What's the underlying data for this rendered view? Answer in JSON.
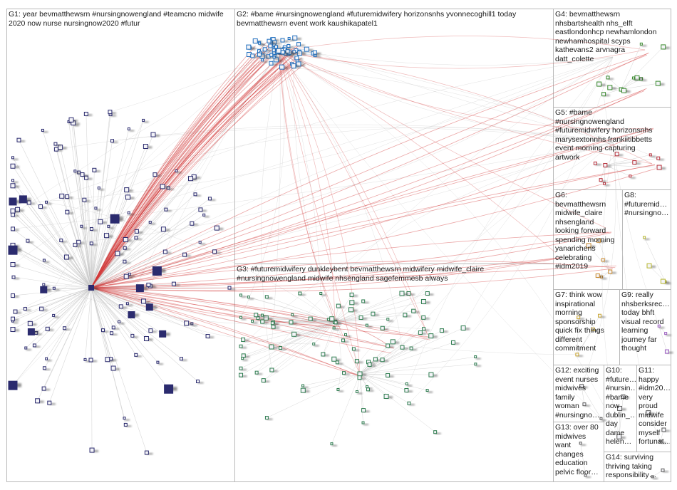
{
  "groups": [
    {
      "id": "G1",
      "label": "G1: year bevmatthewsrn #nursingnowengland #teamcno midwife 2020 now nurse nursingnow2020 #futur",
      "color": "#2b2b6e"
    },
    {
      "id": "G2",
      "label": "G2: #bame #nursingnowengland #futuremidwifery horizonsnhs yvonnecoghill1 today bevmatthewsrn event work kaushikapatel1",
      "color": "#1f6fbf"
    },
    {
      "id": "G3",
      "label": "G3: #futuremidwifery dunkleybent bevmatthewsrn midwifery midwife_claire #nursingnowengland midwife nhsengland sagefemmesb always",
      "color": "#2e7d4f"
    },
    {
      "id": "G4",
      "label": "G4: bevmatthewsrn\nnhsbartshealth nhs_elft\neastlondonhcp newhamlondon\nnewhamhospital scyps\nkathevans2 arvnagra\ndatt_colette",
      "color": "#3a8a2e"
    },
    {
      "id": "G5",
      "label": "G5: #bame\n#nursingnowengland\n#futuremidwifery horizonsnhs\nmarysextonnhs frankiitibbetts\nevent morning capturing\nartwork",
      "color": "#b8323c"
    },
    {
      "id": "G6",
      "label": "G6:\nbevmatthewsrn\nmidwife_claire\nnhsengland\nlooking forward\nspending morning\nyanarichens\ncelebrating\n#idm2019",
      "color": "#c98a2e"
    },
    {
      "id": "G8",
      "label": "G8:\n#futuremid…\n#nursingno…",
      "color": "#b8b82e"
    },
    {
      "id": "G7",
      "label": "G7: think wow\ninspirational\nmorning\nsponsorship\nquick fix things\ndifferent\ncommitment",
      "color": "#c9a52e"
    },
    {
      "id": "G9",
      "label": "G9: really\nnhsberksrec…\ntoday bhft\nvisual record\nlearning\njourney far\nthought",
      "color": "#9a5abf"
    },
    {
      "id": "G12",
      "label": "G12: exciting\nevent nurses\nmidwives\nfamily\nwoman\n#nursingno…",
      "color": "#5a5a5a"
    },
    {
      "id": "G10",
      "label": "G10:\n#future…\n#nursin…\n#bame\nnow\ndublin_…\nday\ndame\nhelen…",
      "color": "#5a5a5a"
    },
    {
      "id": "G11",
      "label": "G11:\nhappy\n#idm20…\nvery\nproud\nmidwife\nconsider\nmyself\nfortunat…",
      "color": "#5a5a5a"
    },
    {
      "id": "G13",
      "label": "G13: over 80\nmidwives\nwant\nchanges\neducation\npelvic floor…",
      "color": "#5a5a5a"
    },
    {
      "id": "G14",
      "label": "G14: surviving\nthriving taking\nresponsibility…",
      "color": "#5a5a5a"
    }
  ],
  "colors": {
    "border": "#b9b9b9",
    "edge_gray": "#c8c8c8",
    "edge_red": "#d23a3a",
    "node_fill": "#f4f4f8",
    "shadow": "#3a3a3a"
  }
}
